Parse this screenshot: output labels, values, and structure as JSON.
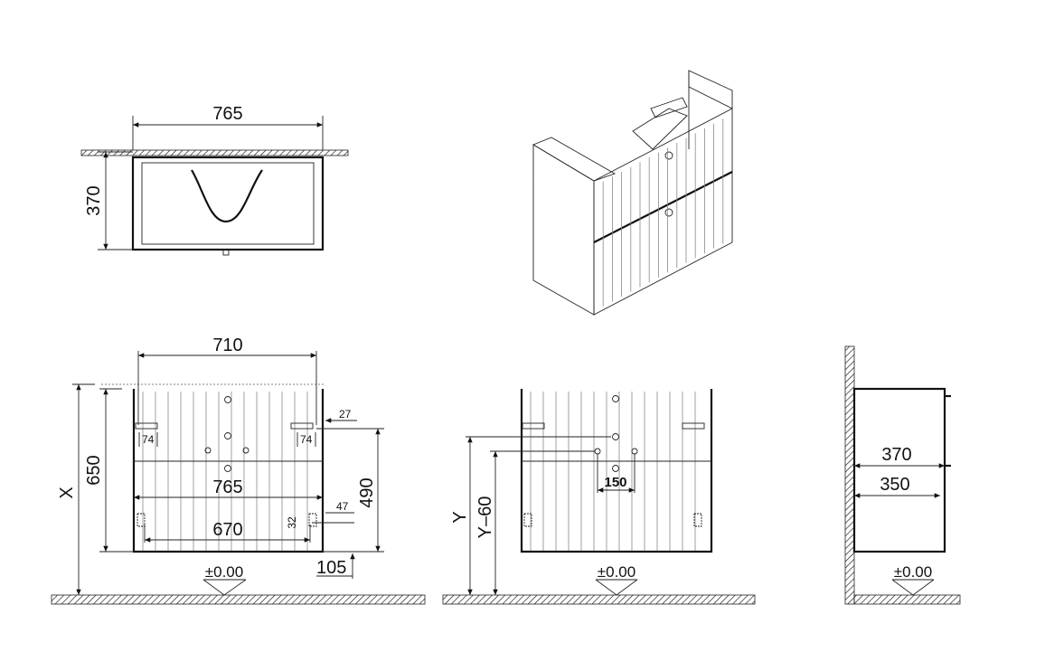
{
  "top_view": {
    "width_label": "765",
    "depth_label": "370"
  },
  "front_view_left": {
    "top_width_label": "710",
    "total_height_label": "X",
    "cabinet_height_label": "650",
    "bracket_offset_label": "27",
    "bracket_left_label": "74",
    "bracket_right_label": "74",
    "hanger_height_label": "490",
    "body_width_label": "765",
    "bottom_span_label": "670",
    "bottom_hole_label": "32",
    "bottom_side_label": "47",
    "floor_gap_label": "105",
    "level_label": "±0.00"
  },
  "front_view_right": {
    "outlet_height_label": "Y",
    "tap_height_label": "Y–60",
    "tap_spacing_label": "150",
    "level_label": "±0.00"
  },
  "side_view": {
    "depth_outer_label": "370",
    "depth_inner_label": "350",
    "level_label": "±0.00"
  }
}
